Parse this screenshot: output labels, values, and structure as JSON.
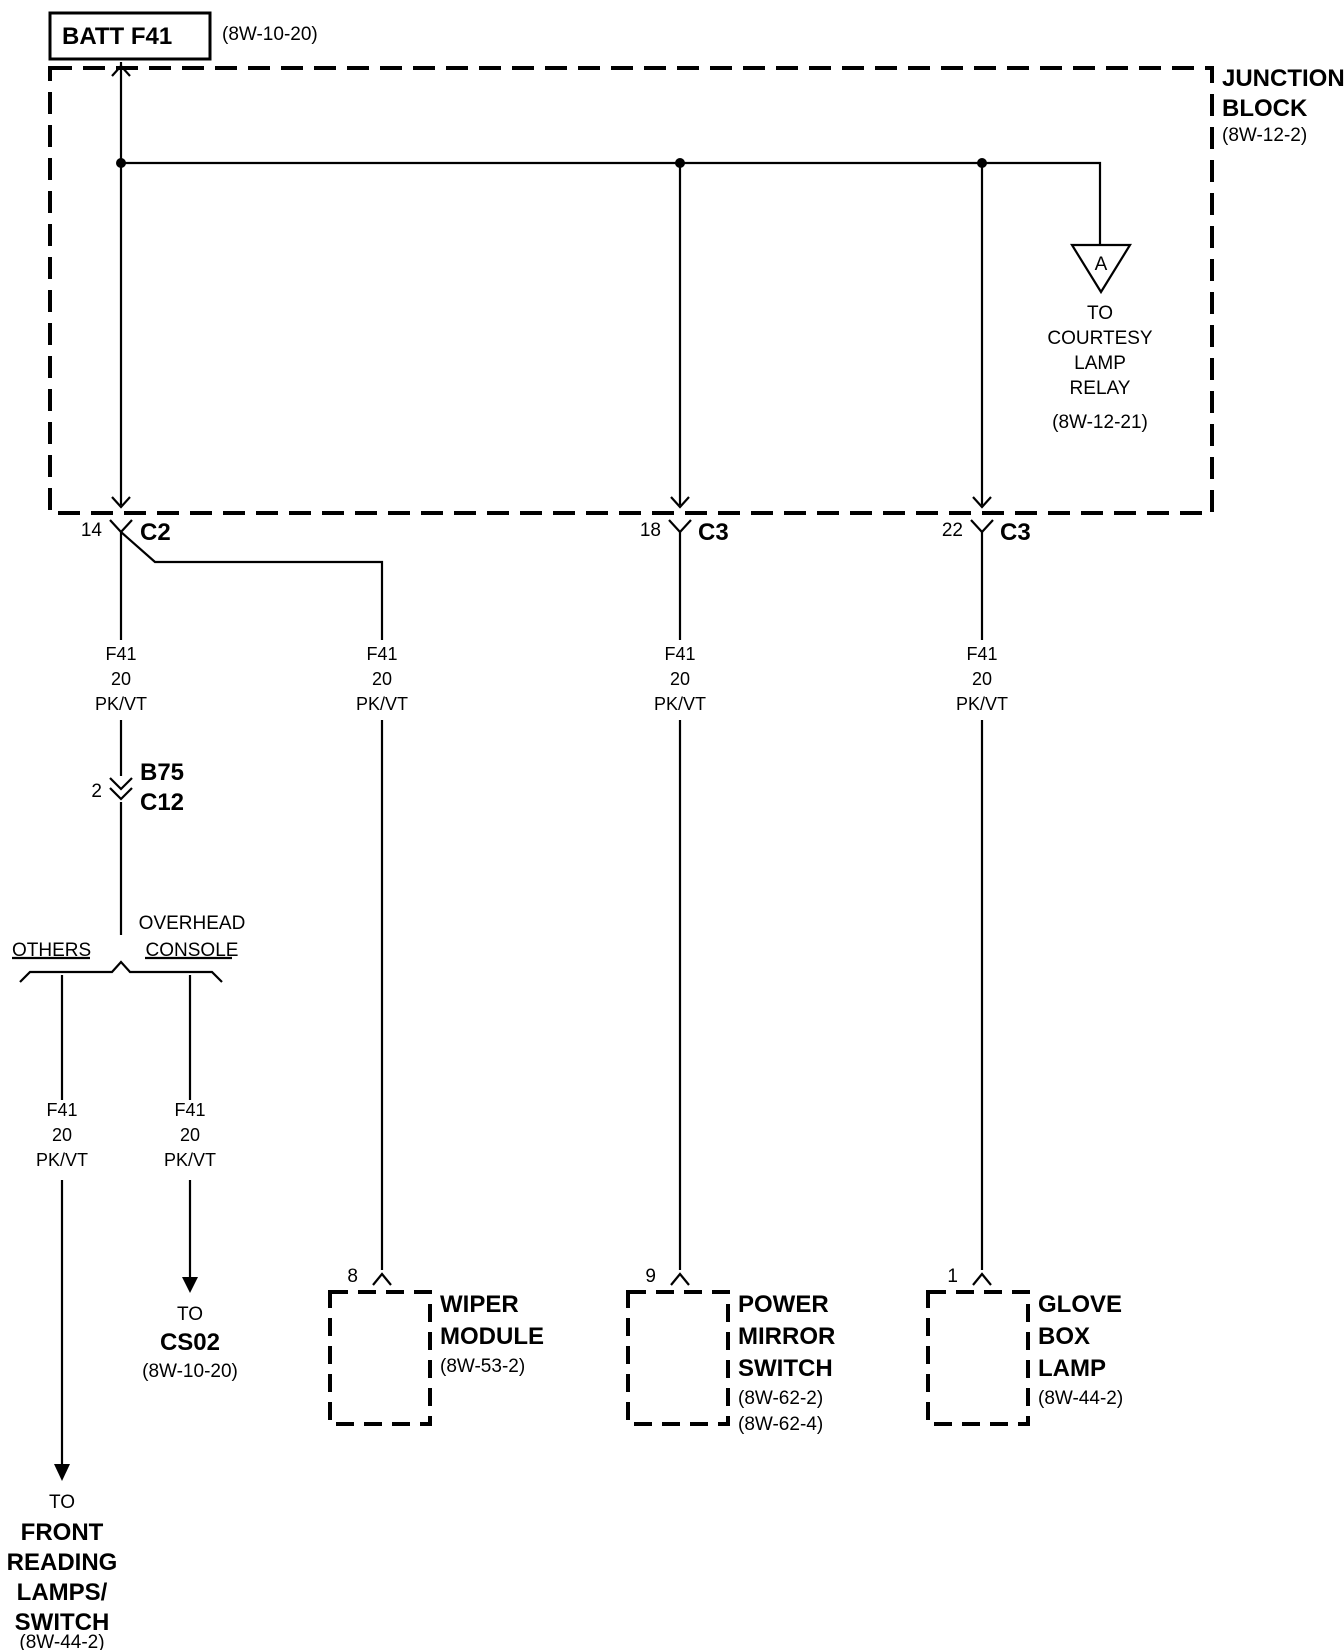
{
  "fuse": {
    "label": "BATT F41",
    "ref": "(8W-10-20)"
  },
  "junction_block": {
    "line1": "JUNCTION",
    "line2": "BLOCK",
    "ref": "(8W-12-2)"
  },
  "courtesy": {
    "marker": "A",
    "line1": "TO",
    "line2": "COURTESY",
    "line3": "LAMP",
    "line4": "RELAY",
    "ref": "(8W-12-21)"
  },
  "connectors": {
    "c2": {
      "pin": "14",
      "name": "C2"
    },
    "c3a": {
      "pin": "18",
      "name": "C3"
    },
    "c3b": {
      "pin": "22",
      "name": "C3"
    },
    "inline": {
      "pin": "2",
      "name1": "B75",
      "name2": "C12"
    }
  },
  "wire": {
    "circuit": "F41",
    "gauge": "20",
    "color": "PK/VT"
  },
  "splice": {
    "left": "OTHERS",
    "right1": "OVERHEAD",
    "right2": "CONSOLE"
  },
  "cs02": {
    "to": "TO",
    "name": "CS02",
    "ref": "(8W-10-20)"
  },
  "front_reading": {
    "to": "TO",
    "line1": "FRONT",
    "line2": "READING",
    "line3": "LAMPS/",
    "line4": "SWITCH",
    "ref": "(8W-44-2)"
  },
  "wiper": {
    "pin": "8",
    "line1": "WIPER",
    "line2": "MODULE",
    "ref": "(8W-53-2)"
  },
  "mirror": {
    "pin": "9",
    "line1": "POWER",
    "line2": "MIRROR",
    "line3": "SWITCH",
    "ref1": "(8W-62-2)",
    "ref2": "(8W-62-4)"
  },
  "glove": {
    "pin": "1",
    "line1": "GLOVE",
    "line2": "BOX",
    "line3": "LAMP",
    "ref": "(8W-44-2)"
  }
}
